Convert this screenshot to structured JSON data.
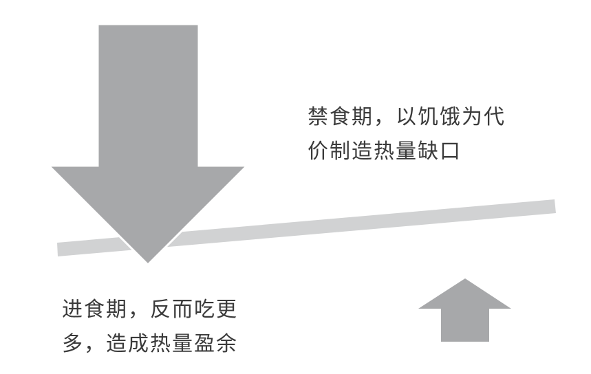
{
  "colors": {
    "background": "#ffffff",
    "arrow": "#a7a8aa",
    "beam": "#d1d2d3",
    "text": "#3a3a3a"
  },
  "icons": {
    "down_arrow": "large-down-arrow-icon",
    "up_arrow": "small-up-arrow-icon"
  },
  "fasting": {
    "line1": "禁食期，以饥饿为代",
    "line2": "价制造热量缺口"
  },
  "eating": {
    "line1": "进食期，反而吃更",
    "line2": "多，造成热量盈余"
  }
}
